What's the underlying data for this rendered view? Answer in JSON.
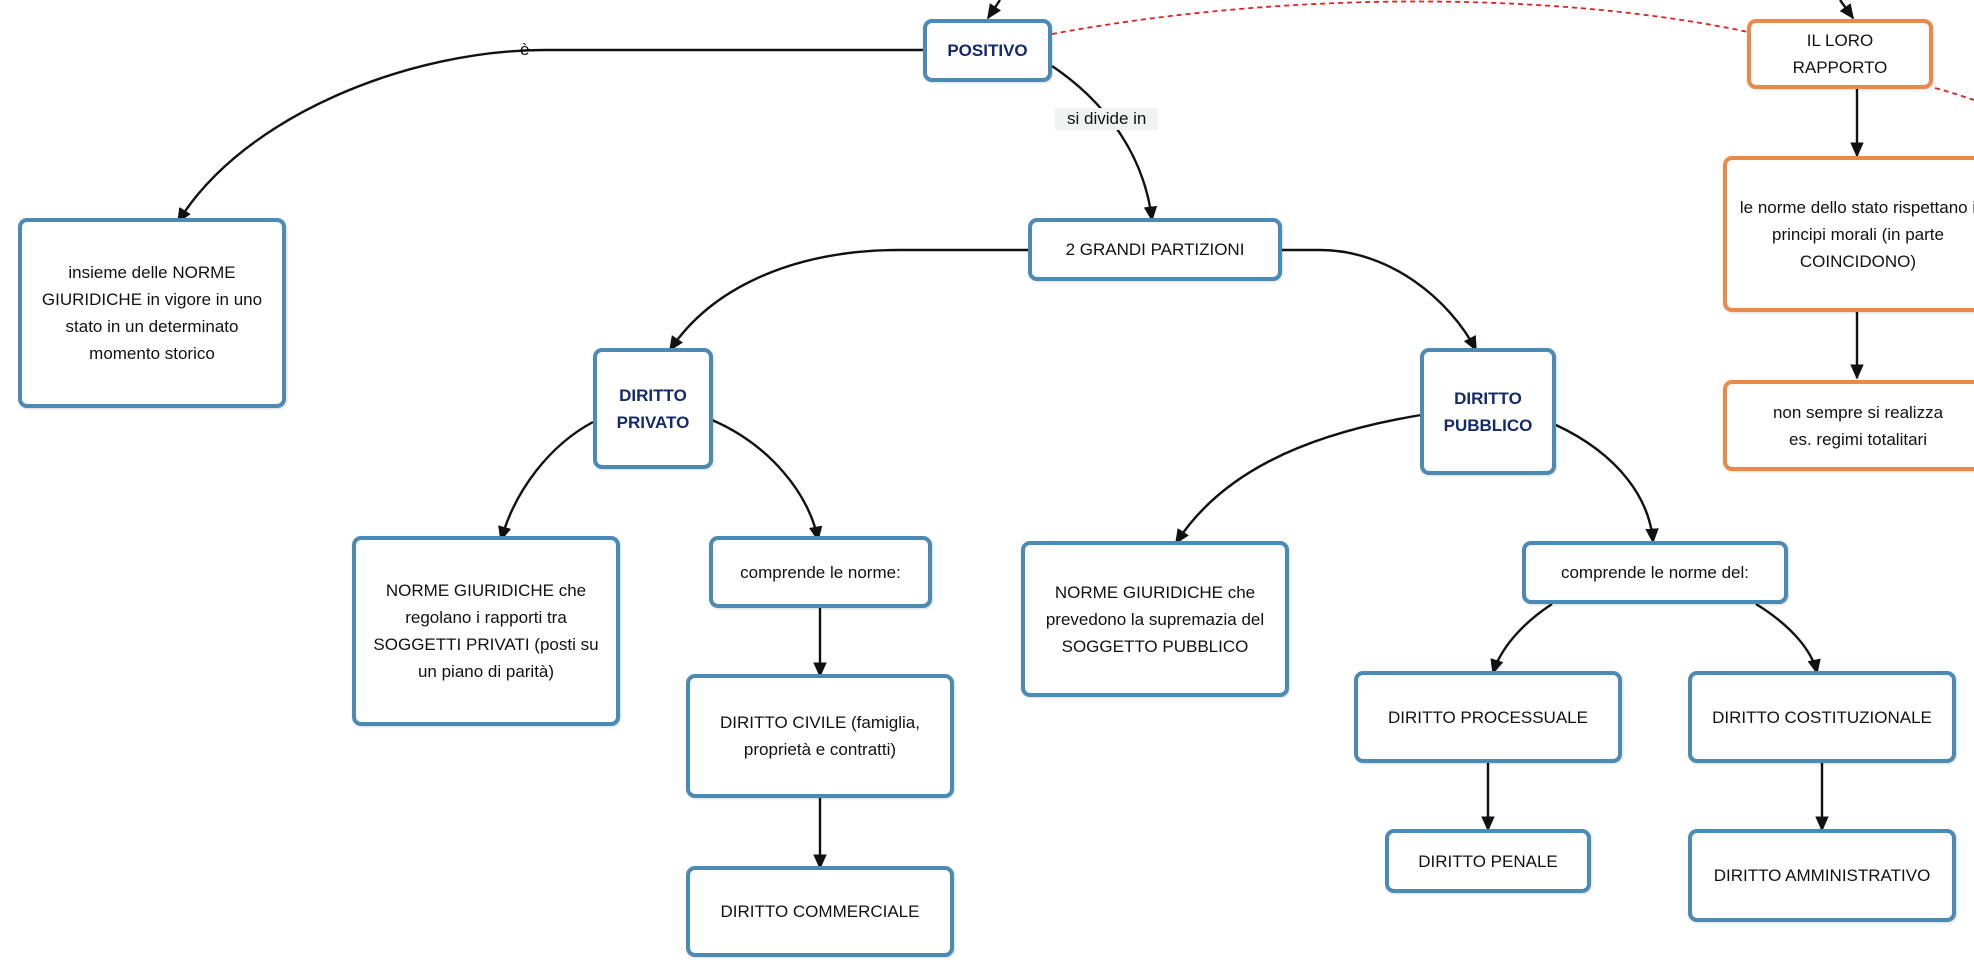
{
  "colors": {
    "blue_border": "#4a8ab5",
    "orange_border": "#e88a4b",
    "bold_text": "#142a6b",
    "dashed_link": "#e02020",
    "link": "#111111"
  },
  "nodes": {
    "positivo": "POSITIVO",
    "loro_rapporto": "IL LORO RAPPORTO",
    "norme_stato": "le norme dello stato rispettano i principi morali (in parte COINCIDONO)",
    "non_sempre": "non sempre si realizza es. regimi totalitari",
    "insieme_norme": "insieme delle NORME GIURIDICHE in vigore in uno stato in un determinato momento storico",
    "grandi_partizioni": "2 GRANDI PARTIZIONI",
    "diritto_privato": "DIRITTO PRIVATO",
    "diritto_pubblico": "DIRITTO PUBBLICO",
    "norme_privati": "NORME GIURIDICHE che regolano i rapporti tra SOGGETTI PRIVATI (posti su un piano di parità)",
    "comprende_norme": "comprende le norme:",
    "diritto_civile": "DIRITTO CIVILE (famiglia, proprietà e contratti)",
    "diritto_commerciale": "DIRITTO COMMERCIALE",
    "norme_pubblico": "NORME GIURIDICHE che prevedono la supremazia del SOGGETTO PUBBLICO",
    "comprende_norme_del": "comprende le norme del:",
    "diritto_processuale": "DIRITTO PROCESSUALE",
    "diritto_costituzionale": "DIRITTO COSTITUZIONALE",
    "diritto_penale": "DIRITTO PENALE",
    "diritto_amministrativo": "DIRITTO AMMINISTRATIVO"
  },
  "links": {
    "e": "è",
    "si_divide_in": "si divide in"
  }
}
